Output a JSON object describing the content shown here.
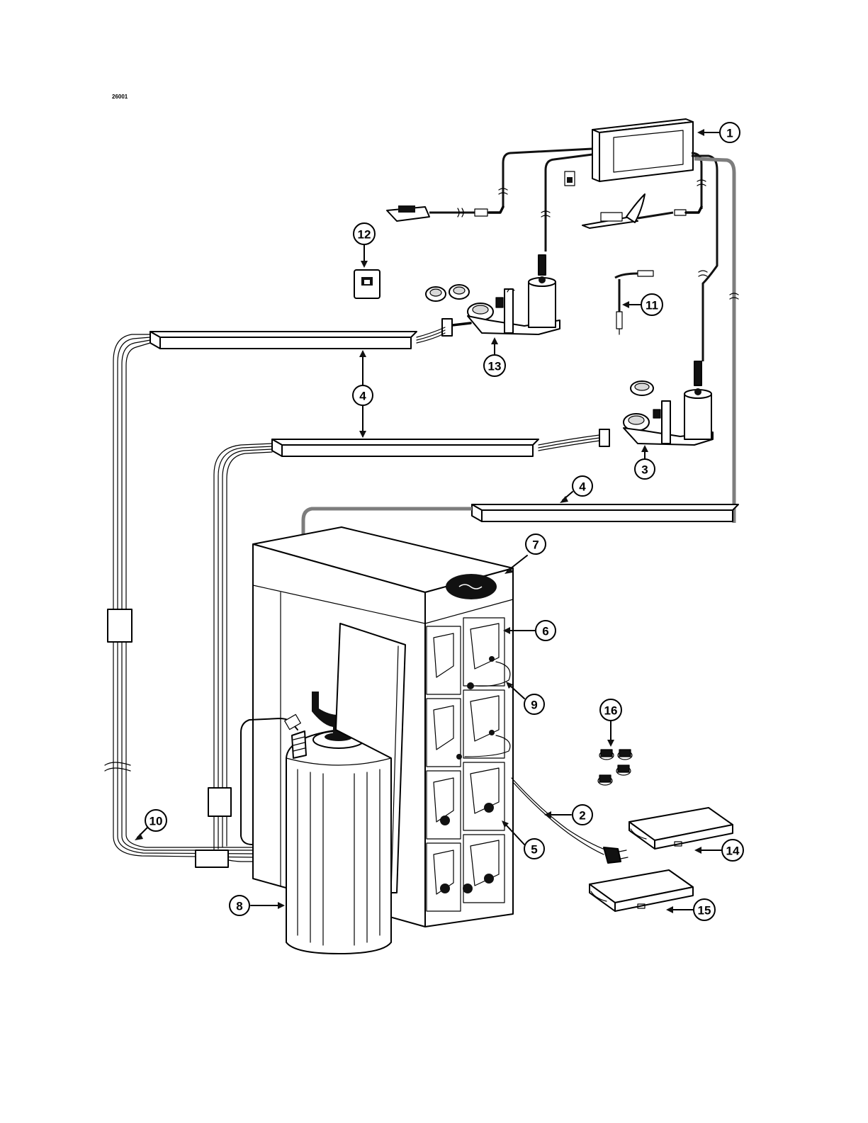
{
  "drawing_number": "26001",
  "callouts": [
    {
      "id": "c1",
      "label": "1"
    },
    {
      "id": "c2",
      "label": "2"
    },
    {
      "id": "c3",
      "label": "3"
    },
    {
      "id": "c4a",
      "label": "4"
    },
    {
      "id": "c4b",
      "label": "4"
    },
    {
      "id": "c5",
      "label": "5"
    },
    {
      "id": "c6",
      "label": "6"
    },
    {
      "id": "c7",
      "label": "7"
    },
    {
      "id": "c8",
      "label": "8"
    },
    {
      "id": "c9",
      "label": "9"
    },
    {
      "id": "c10",
      "label": "10"
    },
    {
      "id": "c11",
      "label": "11"
    },
    {
      "id": "c12",
      "label": "12"
    },
    {
      "id": "c13",
      "label": "13"
    },
    {
      "id": "c14",
      "label": "14"
    },
    {
      "id": "c15",
      "label": "15"
    },
    {
      "id": "c16",
      "label": "16"
    }
  ],
  "icons": [
    "control-box-icon",
    "foot-pedal-icon",
    "wall-plug-icon",
    "remote-switch-icon",
    "dispenser-pump-icon",
    "manifold-bar-icon",
    "cabinet-icon",
    "tank-sprayer-icon",
    "parts-tray-icon",
    "nozzle-icon"
  ]
}
